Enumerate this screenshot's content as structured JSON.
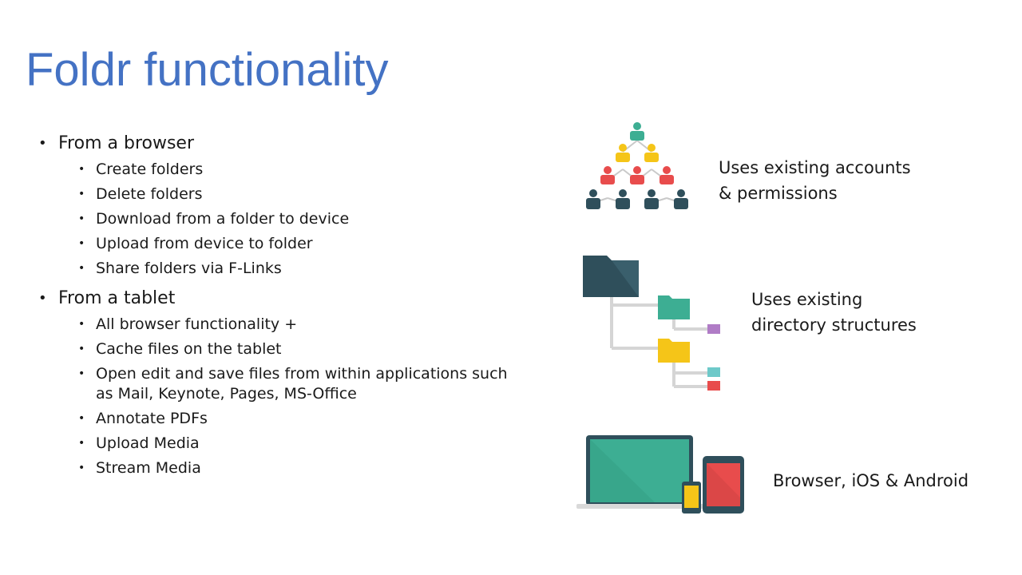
{
  "slide": {
    "title": "Foldr functionality",
    "bullets": [
      {
        "label": "From a browser",
        "items": [
          "Create folders",
          "Delete folders",
          "Download from a folder to device",
          "Upload from device to folder",
          "Share folders via F-Links"
        ]
      },
      {
        "label": "From a tablet",
        "items": [
          "All browser functionality +",
          "Cache files on the tablet",
          "Open edit and save files from within applications such as Mail, Keynote, Pages, MS-Office",
          "Annotate PDFs",
          "Upload Media",
          "Stream Media"
        ]
      }
    ],
    "features": [
      {
        "icon": "people-hierarchy-icon",
        "lines": [
          "Uses existing accounts",
          "& permissions"
        ]
      },
      {
        "icon": "folder-tree-icon",
        "lines": [
          "Uses existing",
          "directory structures"
        ]
      },
      {
        "icon": "devices-icon",
        "lines": [
          "Browser, iOS & Android"
        ]
      }
    ],
    "colors": {
      "title": "#4472c4",
      "dark_teal": "#2f4f5b",
      "green": "#3dae93",
      "yellow": "#f5c518",
      "red": "#e84c4c",
      "purple": "#b07cc6",
      "light_teal": "#6ec9c9"
    }
  }
}
